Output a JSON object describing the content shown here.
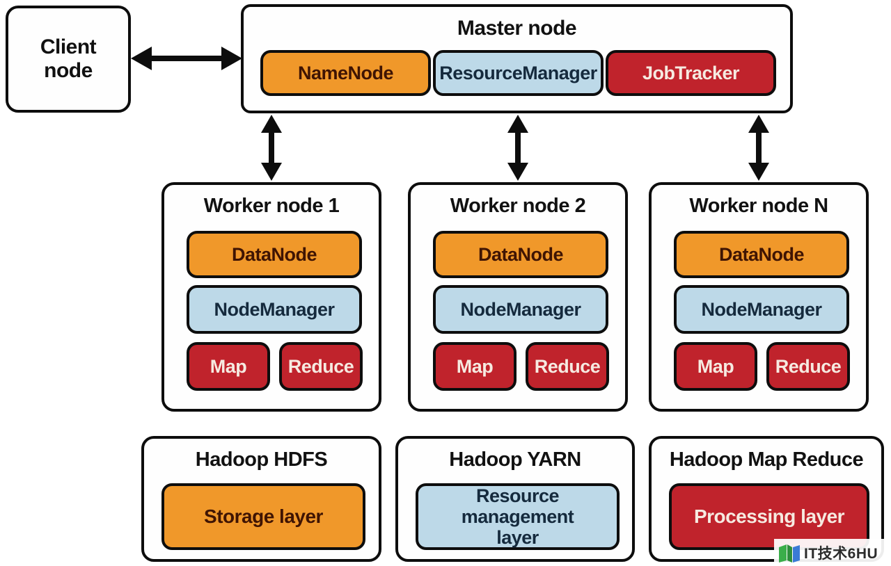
{
  "diagram": {
    "client_node": {
      "title": "Client node"
    },
    "master_node": {
      "title": "Master node",
      "components": [
        {
          "label": "NameNode",
          "type": "orange"
        },
        {
          "label": "ResourceManager",
          "type": "blue"
        },
        {
          "label": "JobTracker",
          "type": "red"
        }
      ]
    },
    "worker_nodes": [
      {
        "title": "Worker node 1",
        "components": [
          {
            "label": "DataNode",
            "type": "orange"
          },
          {
            "label": "NodeManager",
            "type": "blue"
          },
          {
            "label": "Map",
            "type": "red"
          },
          {
            "label": "Reduce",
            "type": "red"
          }
        ]
      },
      {
        "title": "Worker node 2",
        "components": [
          {
            "label": "DataNode",
            "type": "orange"
          },
          {
            "label": "NodeManager",
            "type": "blue"
          },
          {
            "label": "Map",
            "type": "red"
          },
          {
            "label": "Reduce",
            "type": "red"
          }
        ]
      },
      {
        "title": "Worker node N",
        "components": [
          {
            "label": "DataNode",
            "type": "orange"
          },
          {
            "label": "NodeManager",
            "type": "blue"
          },
          {
            "label": "Map",
            "type": "red"
          },
          {
            "label": "Reduce",
            "type": "red"
          }
        ]
      }
    ],
    "layers": [
      {
        "title": "Hadoop HDFS",
        "component": {
          "label": "Storage layer",
          "type": "orange"
        }
      },
      {
        "title": "Hadoop YARN",
        "component": {
          "label": "Resource management layer",
          "type": "blue"
        }
      },
      {
        "title": "Hadoop Map Reduce",
        "component": {
          "label": "Processing layer",
          "type": "red"
        }
      }
    ],
    "watermark": {
      "text": "IT技术6HU"
    },
    "colors": {
      "orange": "#F0982A",
      "orange_text": "#3F1403",
      "blue": "#BDD9E8",
      "blue_text": "#152A3D",
      "red": "#C0232C",
      "red_text": "#F6EAE1"
    }
  }
}
